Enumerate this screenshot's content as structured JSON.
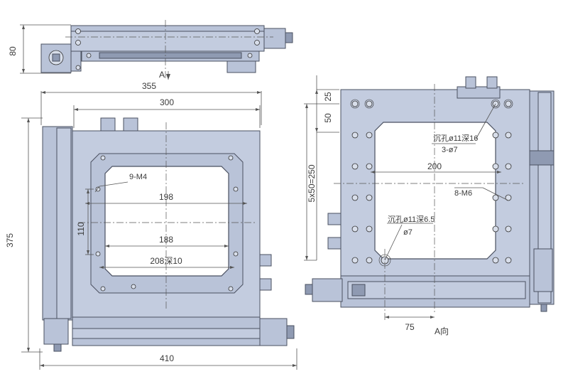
{
  "top_view": {
    "height_dim": "80",
    "section_marker": "A"
  },
  "front_view": {
    "top_width": "355",
    "inner_width": "300",
    "height": "375",
    "total_width": "410",
    "window_height": "110",
    "tap_holes": "9-M4",
    "span_198": "198",
    "span_188": "188",
    "window_depth": "208深10"
  },
  "side_view": {
    "dim_25": "25",
    "dim_50": "50",
    "pitch_vertical": "5x50=250",
    "span_200": "200",
    "counterbore_upper": "沉孔ø11深16",
    "holes_upper": "3-ø7",
    "tap_holes": "8-M6",
    "counterbore_lower": "沉孔ø11深6.5",
    "holes_lower": "ø7",
    "dim_75": "75",
    "view_label": "A向"
  }
}
